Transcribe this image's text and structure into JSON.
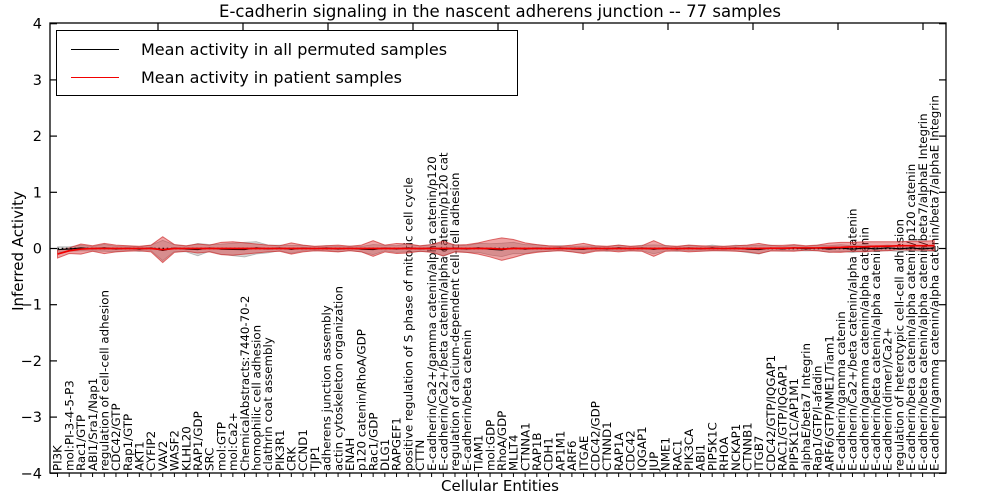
{
  "title": "E-cadherin signaling in the nascent adherens junction -- 77 samples",
  "legend": {
    "items": [
      {
        "label": "Mean activity in all permuted samples",
        "color": "#000000"
      },
      {
        "label": "Mean activity in patient samples",
        "color": "#f20000"
      }
    ]
  },
  "colors": {
    "frame": "#000000",
    "permuted_band_fill": "rgba(150,150,150,0.38)",
    "permuted_band_edge": "rgba(110,110,110,0.45)",
    "patient_band_fill": "rgba(214,39,40,0.42)",
    "patient_band_edge": "rgba(205,35,35,0.65)",
    "permuted_line": "#000000",
    "patient_line": "#f20000",
    "baseline_dotted": "#000000"
  },
  "chart_data": {
    "type": "area",
    "title": "E-cadherin signaling in the nascent adherens junction -- 77 samples",
    "xlabel": "Cellular Entities",
    "ylabel": "Inferred Activity",
    "ylim": [
      -4,
      4
    ],
    "yticks": [
      -4,
      -3,
      -2,
      -1,
      0,
      1,
      2,
      3,
      4
    ],
    "grid": false,
    "legend_position": "upper left",
    "baseline": 0,
    "categories": [
      "PI3K",
      "mol:PI-3-4-5-P3",
      "Rac1/GTP",
      "ABI1/Sra1/Nap1",
      "regulation of cell-cell adhesion",
      "CDC42/GTP",
      "Rap1/GTP",
      "AKT1",
      "CYFIP2",
      "VAV2",
      "WASF2",
      "KLHL20",
      "RAP1/GDP",
      "SRC",
      "mol:GTP",
      "mol:Ca2+",
      "ChemicalAbstracts:7440-70-2",
      "homophilic cell adhesion",
      "clathrin coat assembly",
      "PIK3R1",
      "CRK",
      "CCND1",
      "TJP1",
      "adherens junction assembly",
      "actin cytoskeleton organization",
      "ENAH",
      "p120 catenin/RhoA/GDP",
      "Rac1/GDP",
      "DLG1",
      "RAPGEF1",
      "positive regulation of S phase of mitotic cell cycle",
      "CTTN",
      "E-cadherin/Ca2+/gamma catenin/alpha catenin/p120",
      "E-cadherin/Ca2+/beta catenin/alpha catenin/p120 cat",
      "regulation of calcium-dependent cell-cell adhesion",
      "E-cadherin/beta catenin",
      "TIAM1",
      "mol:GDP",
      "RhoA/GDP",
      "MLLT4",
      "CTNNA1",
      "RAP1B",
      "CDH1",
      "AP1M1",
      "ARF6",
      "ITGAE",
      "CDC42/GDP",
      "CTNND1",
      "RAP1A",
      "CDC42",
      "IQGAP1",
      "JUP",
      "NME1",
      "RAC1",
      "PIK3CA",
      "ABI1",
      "PIP5K1C",
      "RHOA",
      "NCKAP1",
      "CTNNB1",
      "ITGB7",
      "CDC42/GTP/IQGAP1",
      "RAC1/GTP/IQGAP1",
      "PIP5K1C/AP1M1",
      "alphaE/beta7 Integrin",
      "Rap1/GTP/l-afadin",
      "ARF6/GTP/NME1/Tiam1",
      "E-cadherin/gamma catenin",
      "E-cadherin/Ca2+/beta catenin/alpha catenin",
      "E-cadherin/gamma catenin/alpha catenin",
      "E-cadherin/beta catenin/alpha catenin",
      "E-cadherin(dimer)/Ca2+",
      "regulation of heterotypic cell-cell adhesion",
      "E-cadherin/beta catenin/alpha catenin/p120 catenin",
      "E-cadherin/beta catenin/alpha catenin/beta7/alphaE Integrin",
      "E-cadherin/gamma catenin/alpha catenin/beta7/alphaE Integrin"
    ],
    "series": [
      {
        "name": "permuted_band_halfwidth",
        "values": [
          0.05,
          0.04,
          0.05,
          0.04,
          0.06,
          0.05,
          0.04,
          0.04,
          0.05,
          0.18,
          0.06,
          0.05,
          0.11,
          0.06,
          0.09,
          0.11,
          0.13,
          0.11,
          0.07,
          0.05,
          0.07,
          0.05,
          0.04,
          0.04,
          0.05,
          0.04,
          0.05,
          0.09,
          0.05,
          0.06,
          0.07,
          0.05,
          0.06,
          0.12,
          0.06,
          0.06,
          0.08,
          0.1,
          0.12,
          0.1,
          0.08,
          0.06,
          0.05,
          0.04,
          0.05,
          0.06,
          0.04,
          0.04,
          0.05,
          0.04,
          0.05,
          0.08,
          0.05,
          0.04,
          0.05,
          0.04,
          0.05,
          0.04,
          0.05,
          0.06,
          0.08,
          0.05,
          0.04,
          0.05,
          0.04,
          0.05,
          0.06,
          0.06,
          0.06,
          0.06,
          0.05,
          0.05,
          0.05,
          0.05,
          0.05,
          0.06
        ]
      },
      {
        "name": "patient_band_halfwidth",
        "values": [
          0.07,
          0.05,
          0.09,
          0.05,
          0.09,
          0.06,
          0.05,
          0.04,
          0.06,
          0.23,
          0.07,
          0.05,
          0.08,
          0.06,
          0.11,
          0.12,
          0.1,
          0.08,
          0.06,
          0.05,
          0.1,
          0.06,
          0.04,
          0.05,
          0.06,
          0.04,
          0.06,
          0.14,
          0.06,
          0.09,
          0.08,
          0.05,
          0.07,
          0.13,
          0.06,
          0.07,
          0.1,
          0.15,
          0.2,
          0.16,
          0.1,
          0.07,
          0.05,
          0.04,
          0.06,
          0.09,
          0.05,
          0.04,
          0.06,
          0.04,
          0.05,
          0.14,
          0.05,
          0.04,
          0.06,
          0.05,
          0.04,
          0.04,
          0.05,
          0.06,
          0.09,
          0.05,
          0.05,
          0.06,
          0.04,
          0.05,
          0.08,
          0.09,
          0.08,
          0.09,
          0.08,
          0.08,
          0.07,
          0.08,
          0.08,
          0.09
        ]
      },
      {
        "name": "permuted_mean",
        "values": [
          -0.02,
          -0.01,
          0.01,
          -0.005,
          0.012,
          -0.01,
          0.006,
          -0.012,
          0.01,
          -0.035,
          0.008,
          -0.01,
          -0.02,
          0.01,
          -0.012,
          -0.018,
          -0.02,
          0.012,
          -0.008,
          0.01,
          -0.015,
          0.008,
          -0.005,
          0.01,
          -0.01,
          0.005,
          -0.012,
          -0.02,
          0.008,
          -0.01,
          0.012,
          -0.008,
          0.01,
          -0.022,
          0.008,
          -0.01,
          0.012,
          -0.015,
          -0.025,
          0.01,
          -0.012,
          0.008,
          -0.005,
          0.01,
          -0.01,
          -0.015,
          0.008,
          -0.01,
          0.012,
          -0.005,
          0.01,
          -0.015,
          0.008,
          -0.01,
          0.01,
          -0.008,
          0.012,
          -0.005,
          0.01,
          -0.012,
          -0.02,
          0.01,
          -0.008,
          0.012,
          -0.005,
          0.01,
          -0.01,
          0.008,
          -0.012,
          0.01,
          -0.008,
          0.012,
          -0.005,
          0.01,
          -0.008,
          0.01
        ]
      },
      {
        "name": "patient_mean",
        "values": [
          -0.1,
          -0.04,
          -0.01,
          0,
          0,
          0,
          0,
          0,
          0,
          -0.02,
          0,
          0,
          0,
          0,
          0,
          0,
          0,
          0,
          0,
          0,
          0,
          0,
          0,
          0,
          0,
          0,
          0,
          0,
          0,
          0,
          0,
          0,
          0,
          0,
          0,
          0,
          0,
          0,
          -0.01,
          0,
          0,
          0,
          0,
          0,
          0,
          0,
          0,
          0,
          0,
          0,
          0,
          0,
          0,
          0,
          0,
          0,
          0,
          0,
          0,
          0,
          0,
          0.005,
          0.005,
          0.01,
          0.01,
          0.01,
          0.015,
          0.02,
          0.03,
          0.03,
          0.04,
          0.04,
          0.05,
          0.05,
          0.05,
          0.05
        ]
      }
    ]
  }
}
